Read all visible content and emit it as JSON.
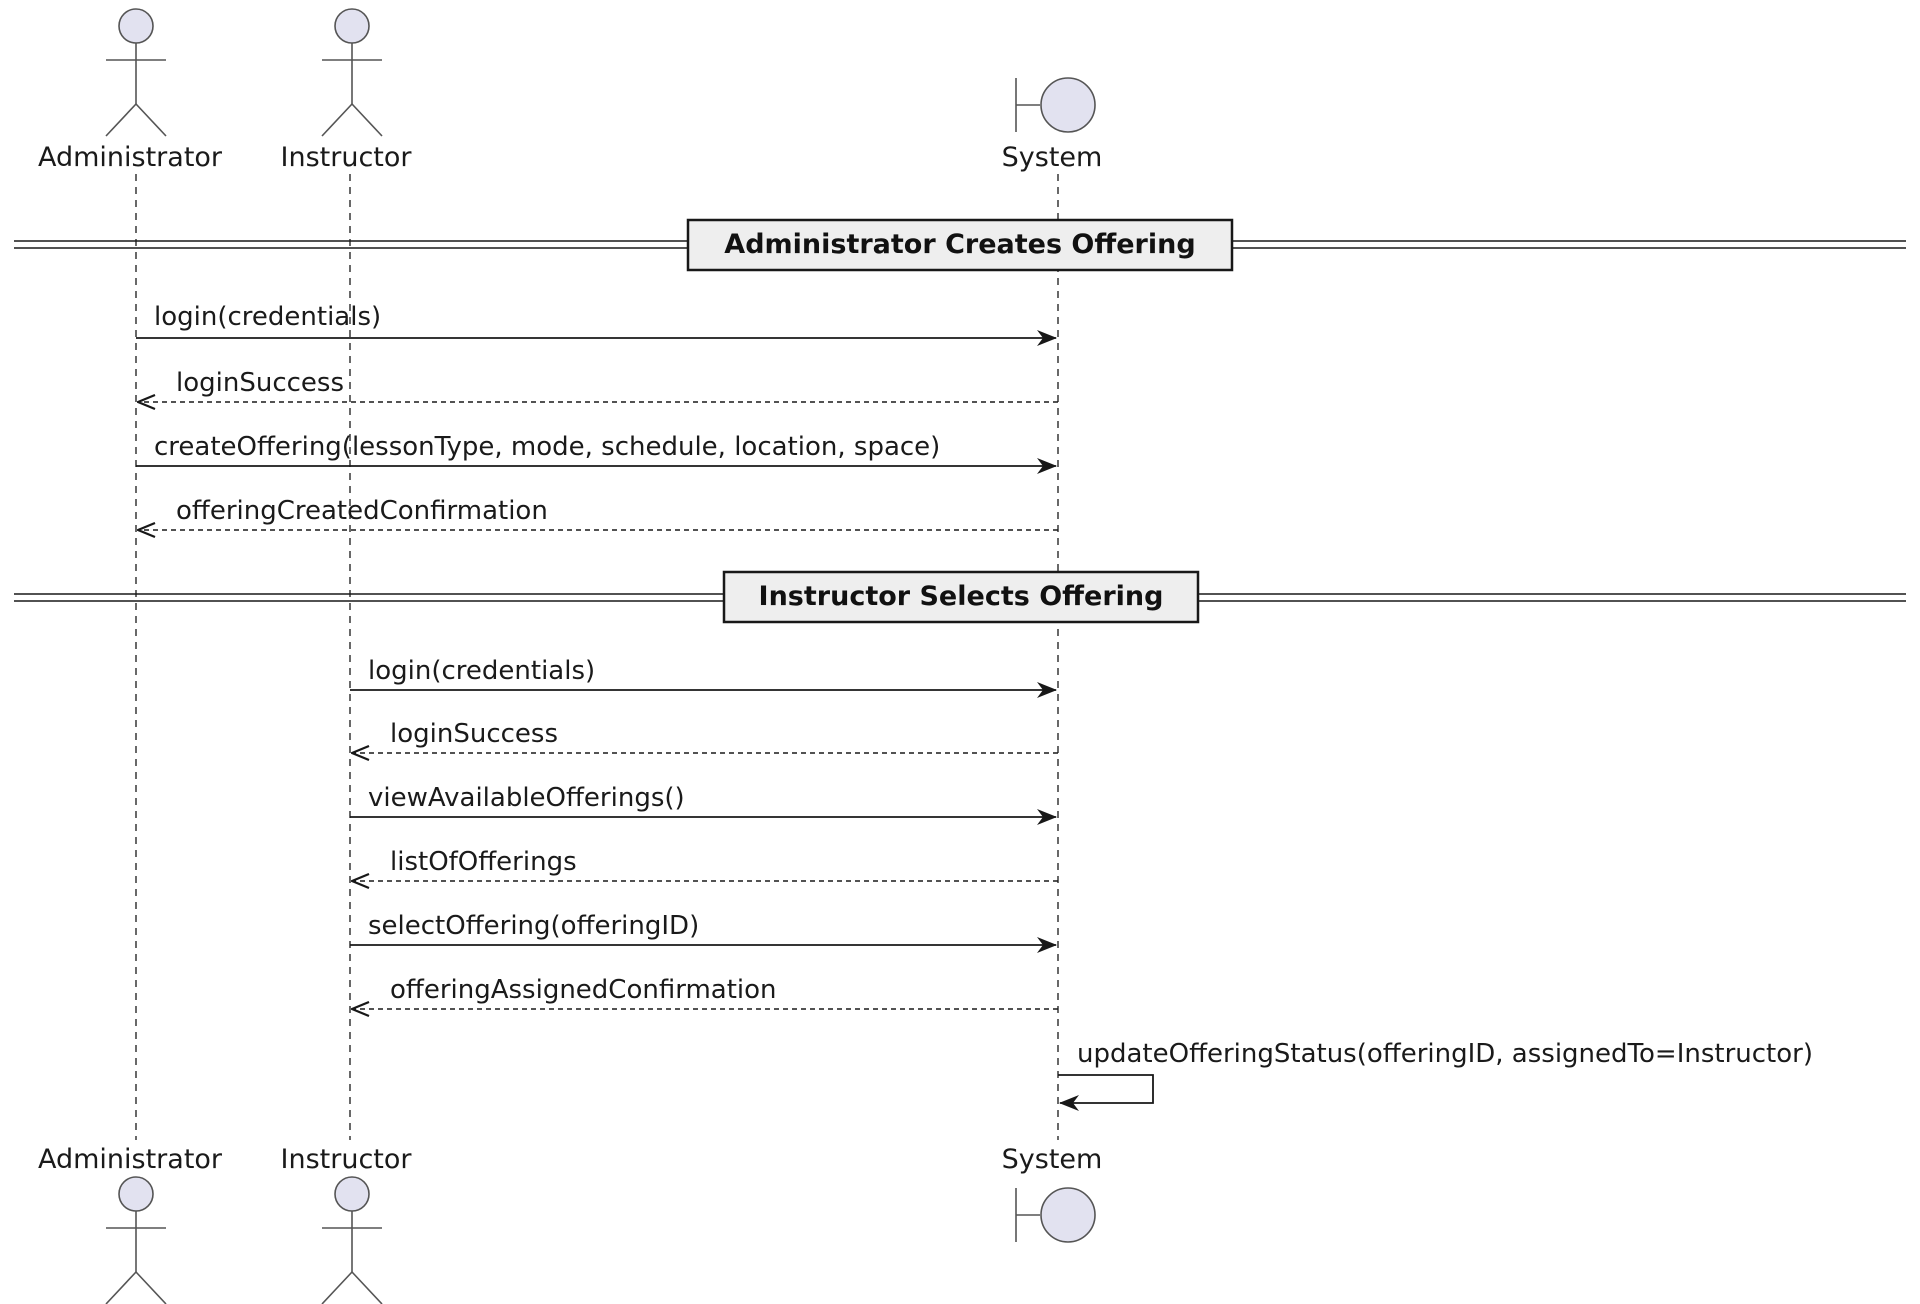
{
  "participants": [
    {
      "id": "admin",
      "label": "Administrator",
      "kind": "actor"
    },
    {
      "id": "instructor",
      "label": "Instructor",
      "kind": "actor"
    },
    {
      "id": "system",
      "label": "System",
      "kind": "boundary"
    }
  ],
  "sections": [
    {
      "title": "Administrator Creates Offering"
    },
    {
      "title": "Instructor Selects Offering"
    }
  ],
  "messages": [
    {
      "from": "admin",
      "to": "system",
      "label": "login(credentials)",
      "style": "sync"
    },
    {
      "from": "system",
      "to": "admin",
      "label": "loginSuccess",
      "style": "return"
    },
    {
      "from": "admin",
      "to": "system",
      "label": "createOffering(lessonType, mode, schedule, location, space)",
      "style": "sync"
    },
    {
      "from": "system",
      "to": "admin",
      "label": "offeringCreatedConfirmation",
      "style": "return"
    },
    {
      "from": "instructor",
      "to": "system",
      "label": "login(credentials)",
      "style": "sync"
    },
    {
      "from": "system",
      "to": "instructor",
      "label": "loginSuccess",
      "style": "return"
    },
    {
      "from": "instructor",
      "to": "system",
      "label": "viewAvailableOfferings()",
      "style": "sync"
    },
    {
      "from": "system",
      "to": "instructor",
      "label": "listOfOfferings",
      "style": "return"
    },
    {
      "from": "instructor",
      "to": "system",
      "label": "selectOffering(offeringID)",
      "style": "sync"
    },
    {
      "from": "system",
      "to": "instructor",
      "label": "offeringAssignedConfirmation",
      "style": "return"
    },
    {
      "from": "system",
      "to": "system",
      "label": "updateOfferingStatus(offeringID, assignedTo=Instructor)",
      "style": "self"
    }
  ],
  "colors": {
    "participant_fill": "#e2e2f0",
    "participant_stroke": "#181818",
    "lifeline": "#181818",
    "arrow": "#181818",
    "divider_fill": "#eeeeee",
    "text": "#1a1a1a"
  }
}
